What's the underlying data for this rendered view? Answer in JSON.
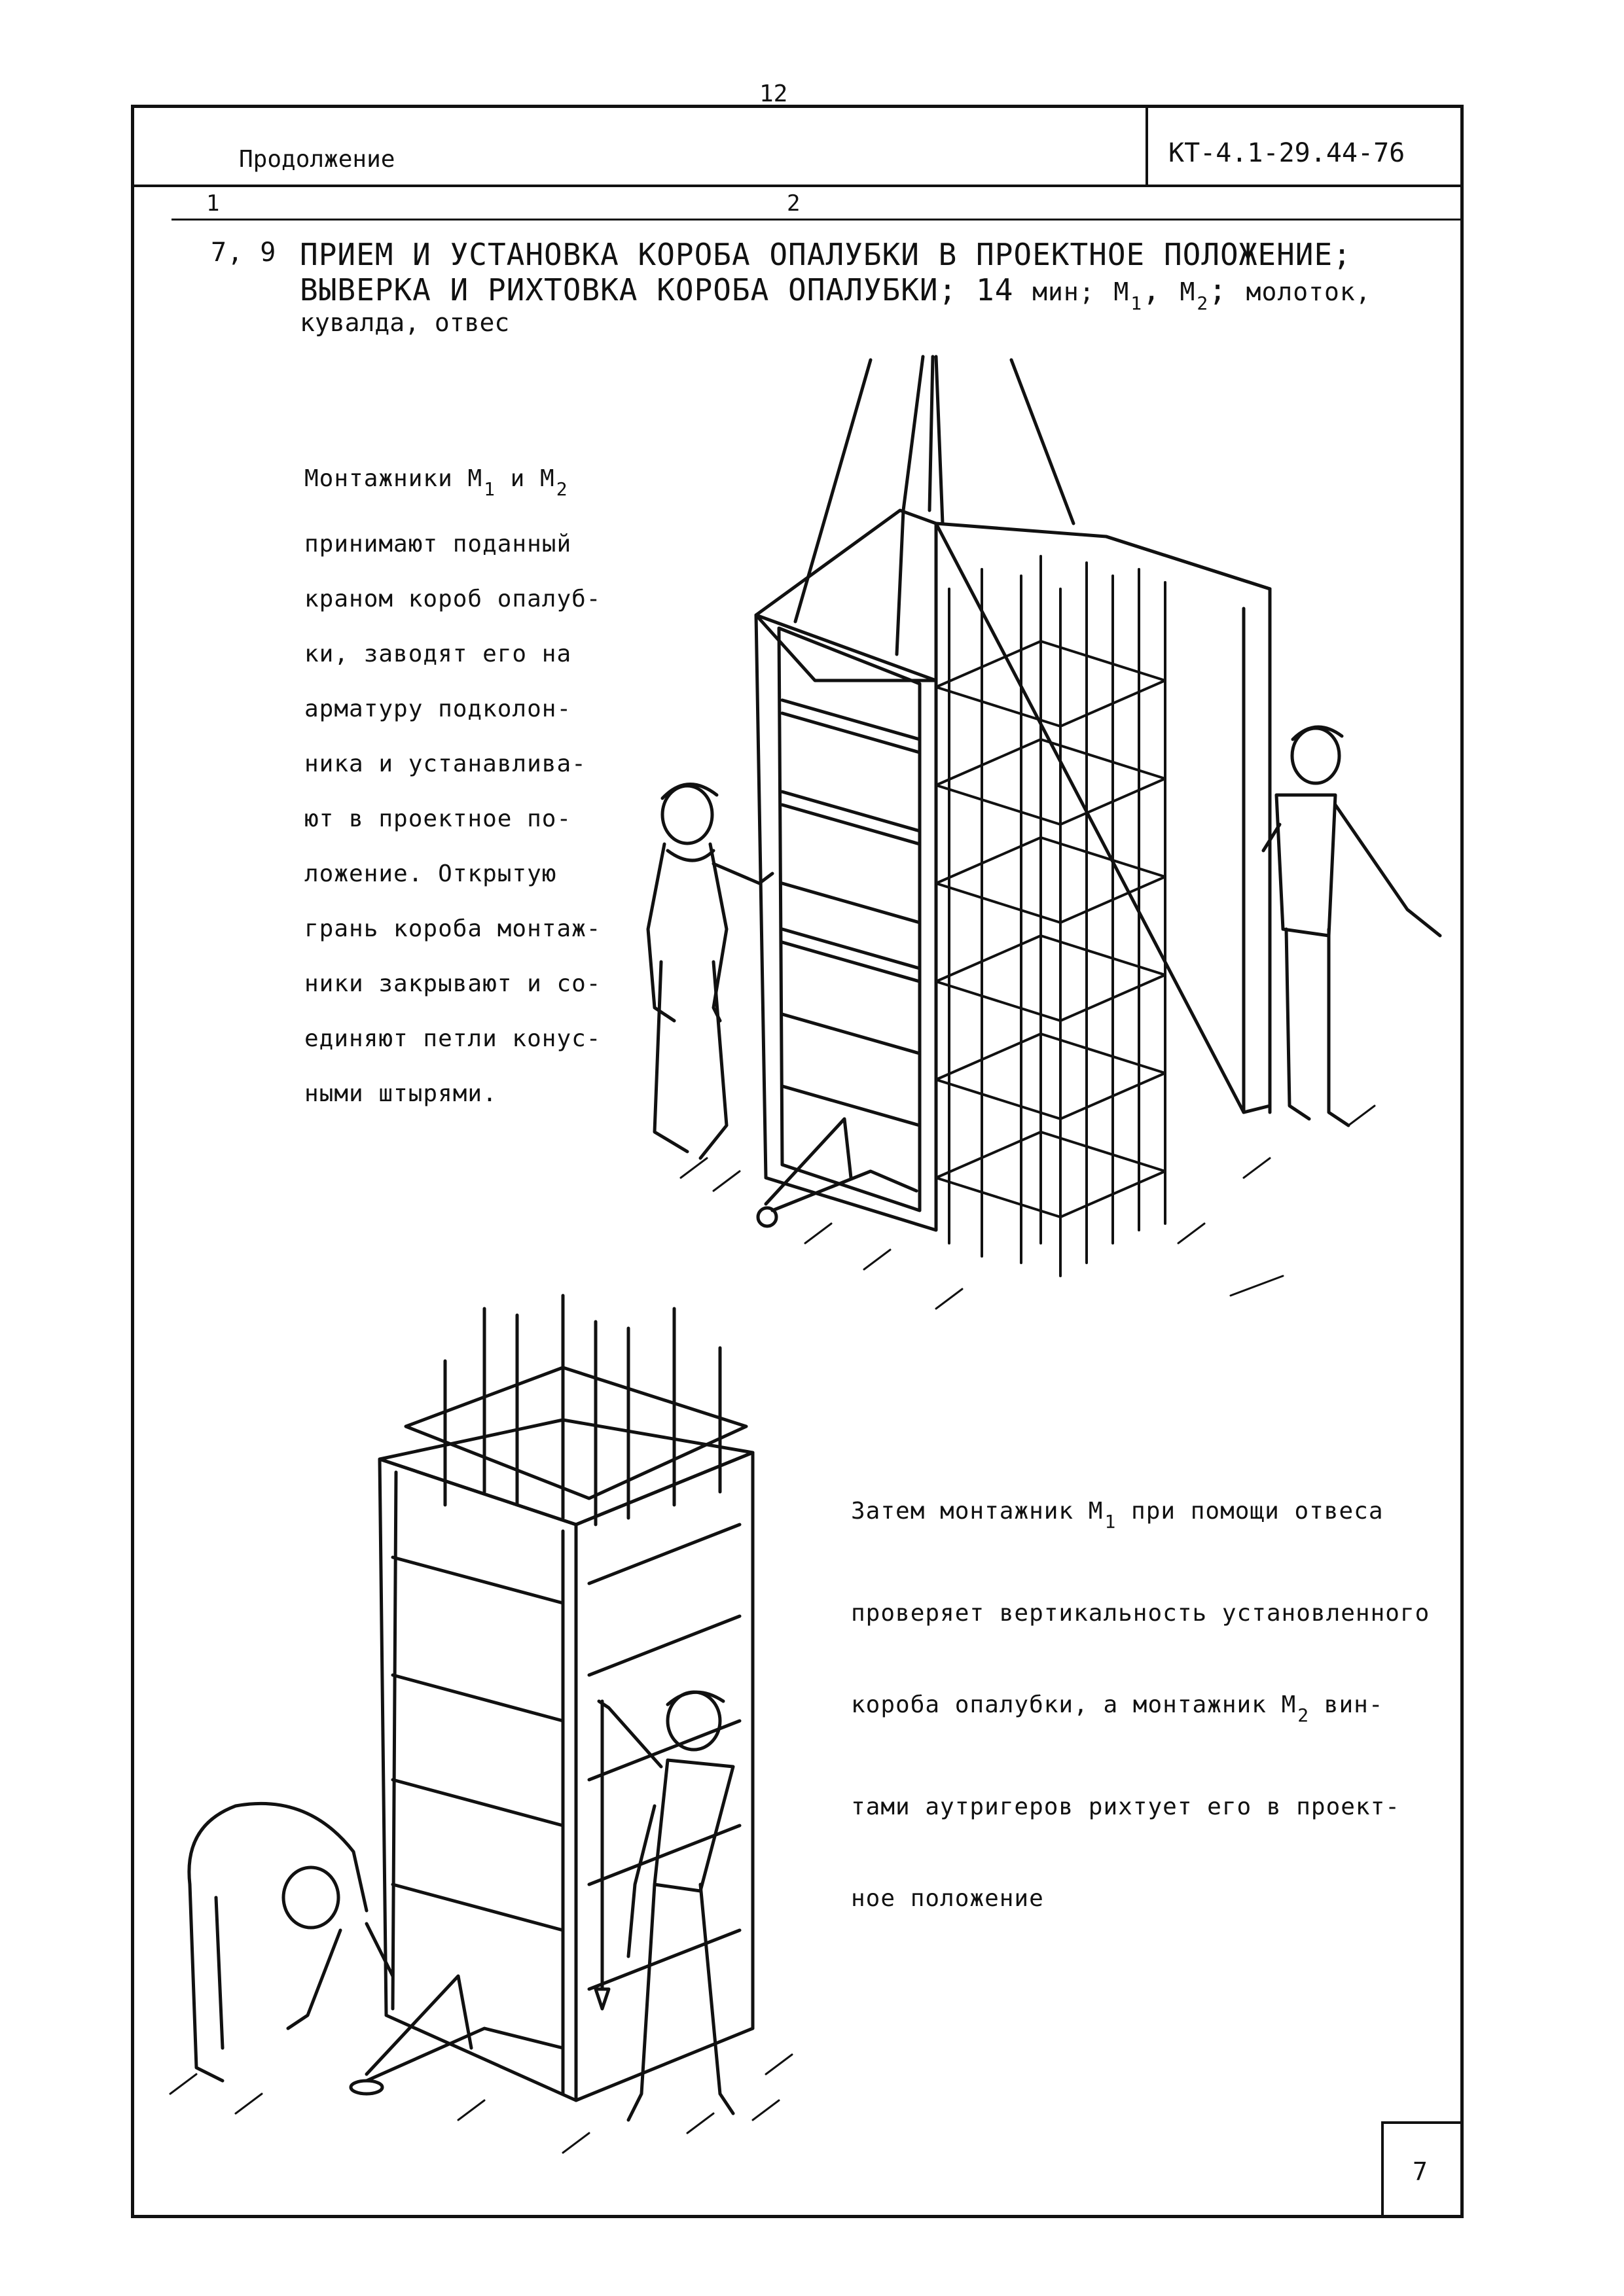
{
  "page_number": "12",
  "header": {
    "continuation_label": "Продолжение",
    "doc_code": "КТ-4.1-29.44-76",
    "col1": "1",
    "col2": "2"
  },
  "step": {
    "number": "7, 9",
    "title_line1": "ПРИЕМ И УСТАНОВКА КОРОБА ОПАЛУБКИ В ПРОЕКТНОЕ ПОЛОЖЕНИЕ;",
    "title_line2_a": "ВЫВЕРКА И РИХТОВКА КОРОБА ОПАЛУБКИ;",
    "time": "14",
    "time_unit": "мин;",
    "worker_m": "М",
    "sub1": "1",
    "sub2": "2",
    "tools_line1": "молоток,",
    "tools_line2": "кувалда, отвес"
  },
  "text_block_1": {
    "first_prefix": "Монтажники",
    "m": "М",
    "and": "и",
    "sub1": "1",
    "sub2": "2",
    "lines": [
      "принимают поданный",
      "краном короб опалуб-",
      "ки, заводят его на",
      "арматуру подколон-",
      "ника и устанавлива-",
      "ют в проектное по-",
      "ложение. Открытую",
      "грань короба монтаж-",
      "ники закрывают и со-",
      "единяют петли конус-",
      "ными штырями."
    ]
  },
  "text_block_2": {
    "line1_a": "Затем монтажник",
    "m": "М",
    "sub1": "1",
    "line1_b": "при помощи отвеса",
    "line2": "проверяет вертикальность установленного",
    "line3_a": "короба опалубки, а монтажник",
    "sub2": "2",
    "line3_b": "вин-",
    "line4": "тами аутригеров рихтует его в проект-",
    "line5": "ное положение"
  },
  "footer": {
    "sheet_number": "7"
  }
}
